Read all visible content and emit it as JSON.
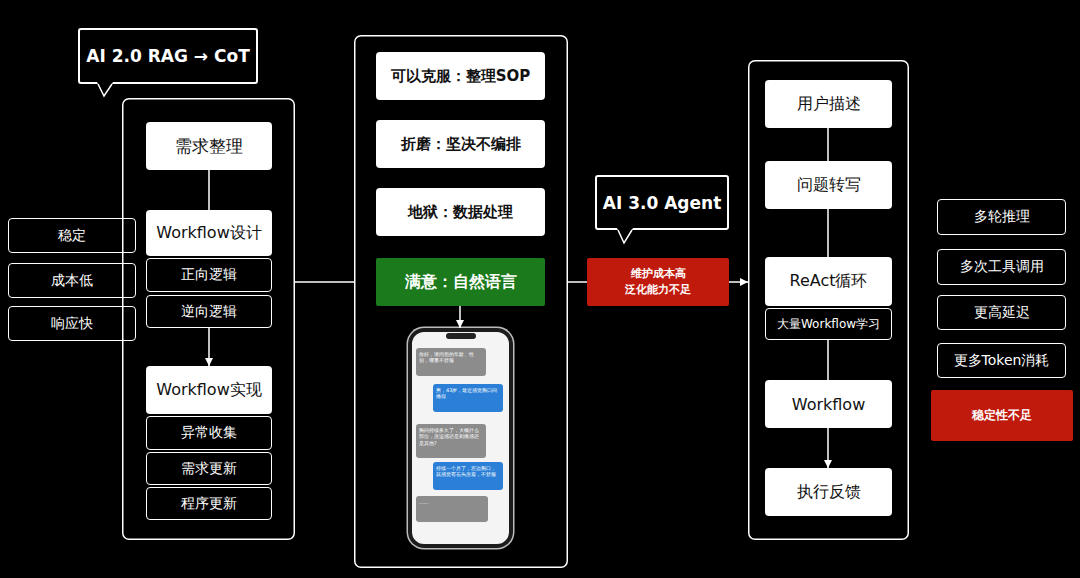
{
  "diagram": {
    "nodes": [
      {
        "text": [
          "AI 2.0 RAG → CoT"
        ]
      },
      {
        "text": [
          "稳定"
        ]
      },
      {
        "text": [
          "成本低"
        ]
      },
      {
        "text": [
          "响应快"
        ]
      },
      {
        "text": []
      },
      {
        "text": [
          "需求整理"
        ],
        "in": 4
      },
      {
        "text": [
          "Workflow设计"
        ],
        "in": 4
      },
      {
        "text": [
          "正向逻辑"
        ],
        "in": 4
      },
      {
        "text": [
          "逆向逻辑"
        ],
        "in": 4
      },
      {
        "text": [
          "Workflow实现"
        ],
        "in": 4
      },
      {
        "text": [
          "异常收集"
        ],
        "in": 4
      },
      {
        "text": [
          "需求更新"
        ],
        "in": 4
      },
      {
        "text": [
          "程序更新"
        ],
        "in": 4
      },
      {
        "text": []
      },
      {
        "text": [
          "可以克服：整理SOP"
        ],
        "in": 13
      },
      {
        "text": [
          "折磨：坚决不编排"
        ],
        "in": 13
      },
      {
        "text": [
          "地狱：数据处理"
        ],
        "in": 13
      },
      {
        "text": [
          "满意：自然语言"
        ],
        "in": 13
      },
      {
        "text": [],
        "in": 13
      },
      {
        "text": [
          "你好，请问您的年龄、性别，哪里不舒服"
        ],
        "in": 18
      },
      {
        "text": [
          "男，43岁，最近感觉胸口闷痛得"
        ],
        "in": 18
      },
      {
        "text": [
          "胸闷持续多久了，大概什么部位，压迫感还是刺痛感还是其他?"
        ],
        "in": 18
      },
      {
        "text": [
          "持续一个月了，左边胸口，就感觉有石头压着，不舒服"
        ],
        "in": 18
      },
      {
        "text": [
          "......"
        ],
        "in": 18
      },
      {
        "text": [
          "AI 3.0 Agent"
        ]
      },
      {
        "text": [
          "维护成本高 泛化能力不足"
        ]
      },
      {
        "text": []
      },
      {
        "text": [
          "用户描述"
        ],
        "in": 26
      },
      {
        "text": [
          "问题转写"
        ],
        "in": 26
      },
      {
        "text": [
          "ReAct循环"
        ],
        "in": 26
      },
      {
        "text": [
          "大量Workflow学习"
        ],
        "in": 26
      },
      {
        "text": [
          "Workflow"
        ],
        "in": 26
      },
      {
        "text": [
          "执行反馈"
        ],
        "in": 26
      },
      {
        "text": [
          "多轮推理"
        ]
      },
      {
        "text": [
          "多次工具调用"
        ]
      },
      {
        "text": [
          "更高延迟"
        ]
      },
      {
        "text": [
          "更多Token消耗"
        ]
      },
      {
        "text": [
          "稳定性不足"
        ]
      }
    ],
    "edges": [
      {
        "from": 5,
        "to": 6,
        "arrow": "none"
      },
      {
        "from": 8,
        "to": 9,
        "arrow": "to"
      },
      {
        "from": 4,
        "to": 13,
        "arrow": "none"
      },
      {
        "from": 17,
        "to": 18,
        "arrow": "to"
      },
      {
        "from": 13,
        "to": 25,
        "arrow": "none"
      },
      {
        "from": 25,
        "to": 26,
        "arrow": "to"
      },
      {
        "from": 27,
        "to": 28,
        "arrow": "none"
      },
      {
        "from": 28,
        "to": 29,
        "arrow": "none"
      },
      {
        "from": 30,
        "to": 31,
        "arrow": "none"
      },
      {
        "from": 31,
        "to": 32,
        "arrow": "to"
      }
    ]
  }
}
